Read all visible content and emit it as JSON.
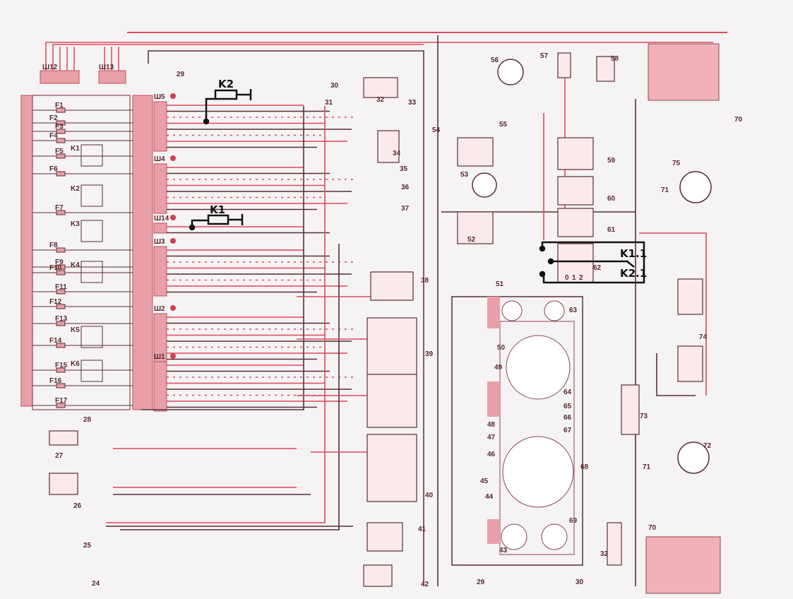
{
  "colors": {
    "background": "#f5f3f3",
    "red_wire": "#e0485a",
    "dark_wire": "#5a2e34",
    "block": "#e8a0a8",
    "marker": "#111111"
  },
  "connectors": [
    "Ш12",
    "Ш13",
    "Ш5",
    "Ш4",
    "Ш14",
    "Ш3",
    "Ш2",
    "Ш1"
  ],
  "fuses": [
    "F1",
    "F2",
    "F3",
    "F4",
    "F5",
    "F6",
    "F7",
    "F8",
    "F9",
    "F10",
    "F11",
    "F12",
    "F13",
    "F14",
    "F15",
    "F16",
    "F17"
  ],
  "relays": [
    "K1",
    "K2",
    "K3",
    "K4",
    "K5",
    "K6"
  ],
  "components": [
    "29",
    "30",
    "32",
    "31",
    "33",
    "34",
    "35",
    "36",
    "37",
    "54",
    "55",
    "56",
    "57",
    "58",
    "59",
    "60",
    "61",
    "62",
    "53",
    "52",
    "38",
    "39",
    "40",
    "41",
    "42",
    "51",
    "50",
    "49",
    "63",
    "64",
    "65",
    "66",
    "67",
    "48",
    "47",
    "46",
    "45",
    "44",
    "68",
    "69",
    "43",
    "70",
    "70",
    "71",
    "71",
    "72",
    "73",
    "74",
    "75",
    "32",
    "29",
    "30",
    "28",
    "27",
    "26",
    "25",
    "24"
  ],
  "handwritten": {
    "resistor_top": "K2",
    "resistor_bottom": "K1",
    "contact_1": "K1.1",
    "contact_2": "K2.1"
  },
  "switch_62_positions": [
    "0",
    "1",
    "2"
  ]
}
